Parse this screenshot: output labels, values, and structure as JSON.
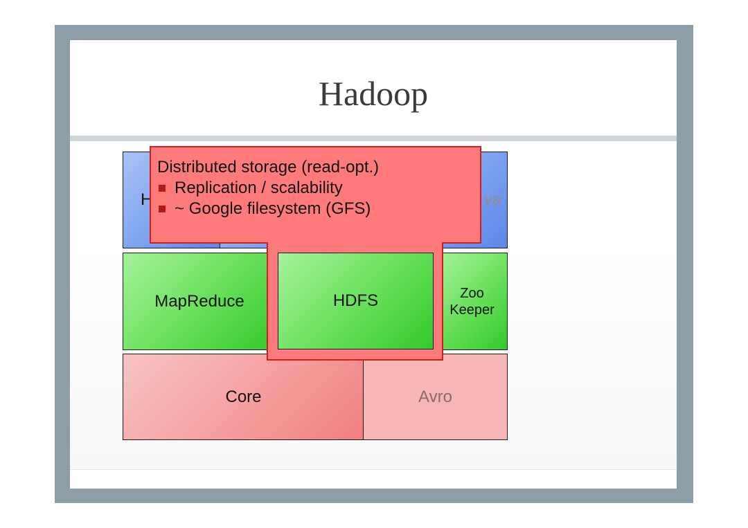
{
  "slide": {
    "title": "Hadoop"
  },
  "diagram": {
    "top_left_partial": "H",
    "top_right_partial": "va",
    "mapreduce": "MapReduce",
    "hdfs": "HDFS",
    "zookeeper_line1": "Zoo",
    "zookeeper_line2": "Keeper",
    "core": "Core",
    "avro": "Avro"
  },
  "callout": {
    "heading": "Distributed storage (read-opt.)",
    "bullets": [
      "Replication / scalability",
      "~ Google filesystem (GFS)"
    ]
  },
  "colors": {
    "frame": "#8d9ea8",
    "callout_fill": "#ff7b7b",
    "callout_border": "#cf1f1f",
    "bullet": "#b5161a"
  }
}
